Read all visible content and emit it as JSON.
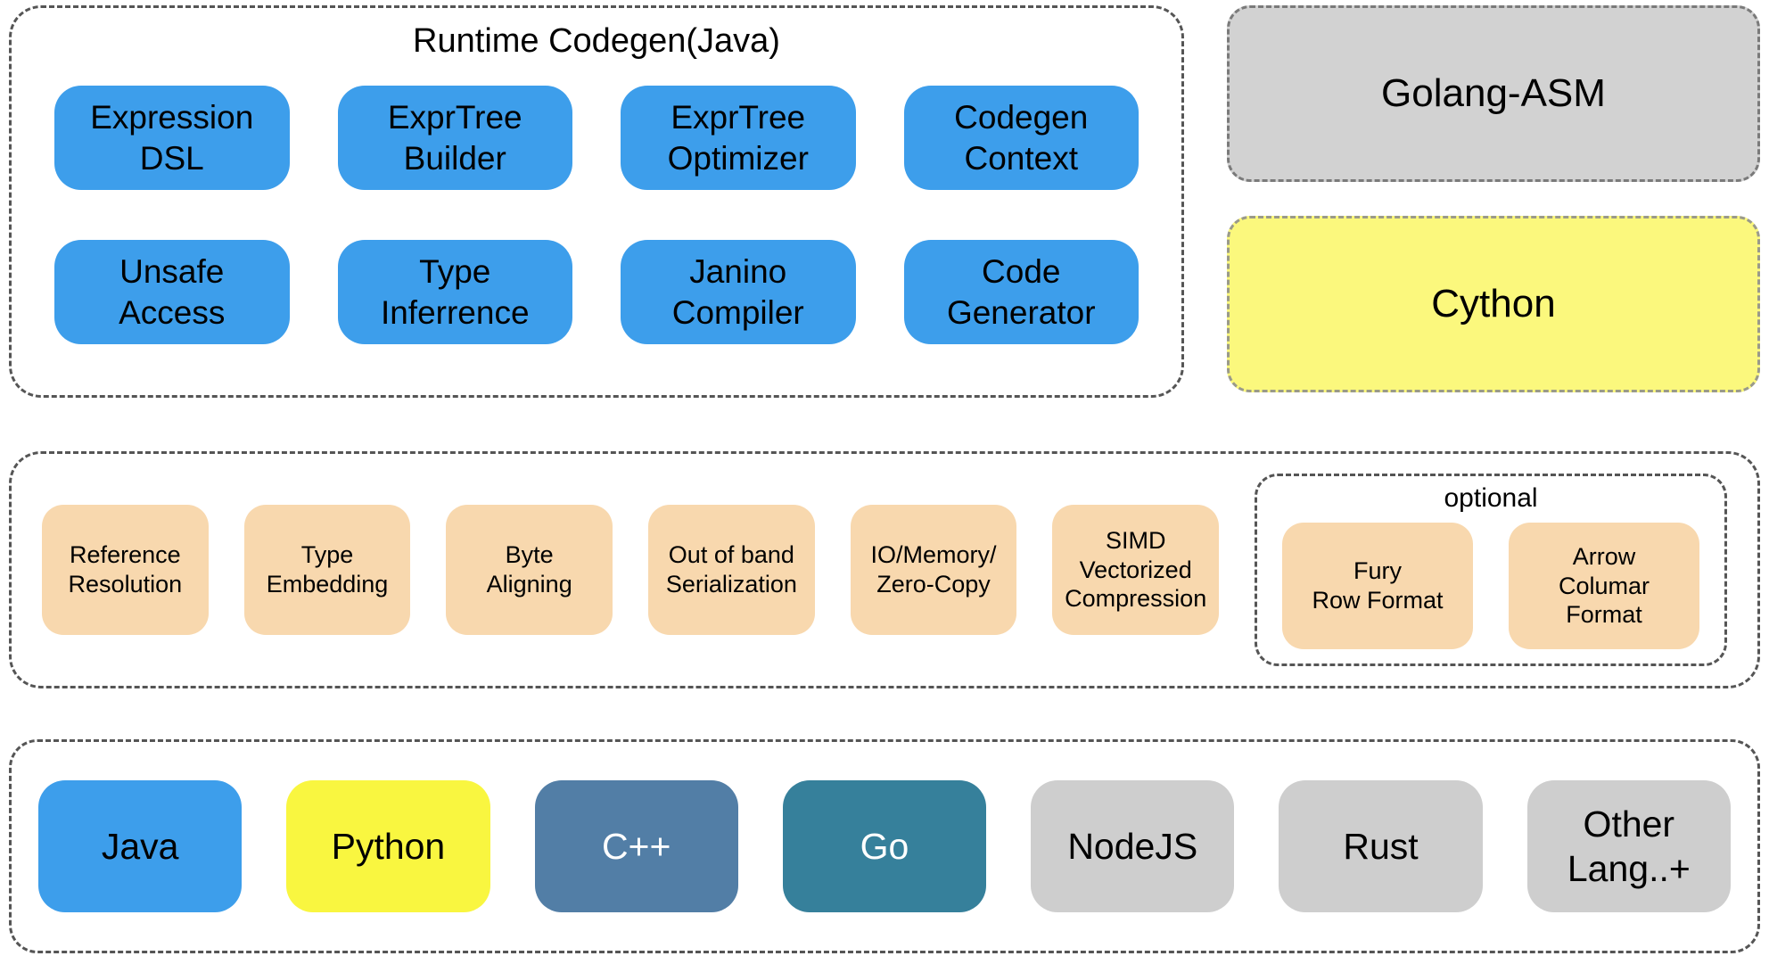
{
  "colors": {
    "blue": "#3d9eeb",
    "peach": "#f8d8ae",
    "gray": "#cecece",
    "golang_gray": "#d2d2d2",
    "cython_yellow": "#fbf87d",
    "python_yellow": "#f9f640",
    "cpp_steel_blue": "#527ea6",
    "go_teal": "#36809b",
    "dashed_border": "#555555"
  },
  "runtime_codegen": {
    "title": "Runtime Codegen(Java)",
    "items": [
      {
        "label": "Expression\nDSL"
      },
      {
        "label": "ExprTree\nBuilder"
      },
      {
        "label": "ExprTree\nOptimizer"
      },
      {
        "label": "Codegen\nContext"
      },
      {
        "label": "Unsafe\nAccess"
      },
      {
        "label": "Type\nInferrence"
      },
      {
        "label": "Janino\nCompiler"
      },
      {
        "label": "Code\nGenerator"
      }
    ]
  },
  "golang_asm": {
    "label": "Golang-ASM"
  },
  "cython": {
    "label": "Cython"
  },
  "serialization": {
    "items": [
      {
        "label": "Reference\nResolution"
      },
      {
        "label": "Type\nEmbedding"
      },
      {
        "label": "Byte\nAligning"
      },
      {
        "label": "Out of band\nSerialization"
      },
      {
        "label": "IO/Memory/\nZero-Copy"
      },
      {
        "label": "SIMD\nVectorized\nCompression"
      }
    ],
    "optional": {
      "title": "optional",
      "items": [
        {
          "label": "Fury\nRow Format"
        },
        {
          "label": "Arrow\nColumar\nFormat"
        }
      ]
    }
  },
  "languages": {
    "items": [
      {
        "label": "Java",
        "color": "#3d9eeb"
      },
      {
        "label": "Python",
        "color": "#f9f640"
      },
      {
        "label": "C++",
        "color": "#527ea6"
      },
      {
        "label": "Go",
        "color": "#36809b"
      },
      {
        "label": "NodeJS",
        "color": "#cecece"
      },
      {
        "label": "Rust",
        "color": "#cecece"
      },
      {
        "label": "Other\nLang..+",
        "color": "#cecece"
      }
    ]
  }
}
